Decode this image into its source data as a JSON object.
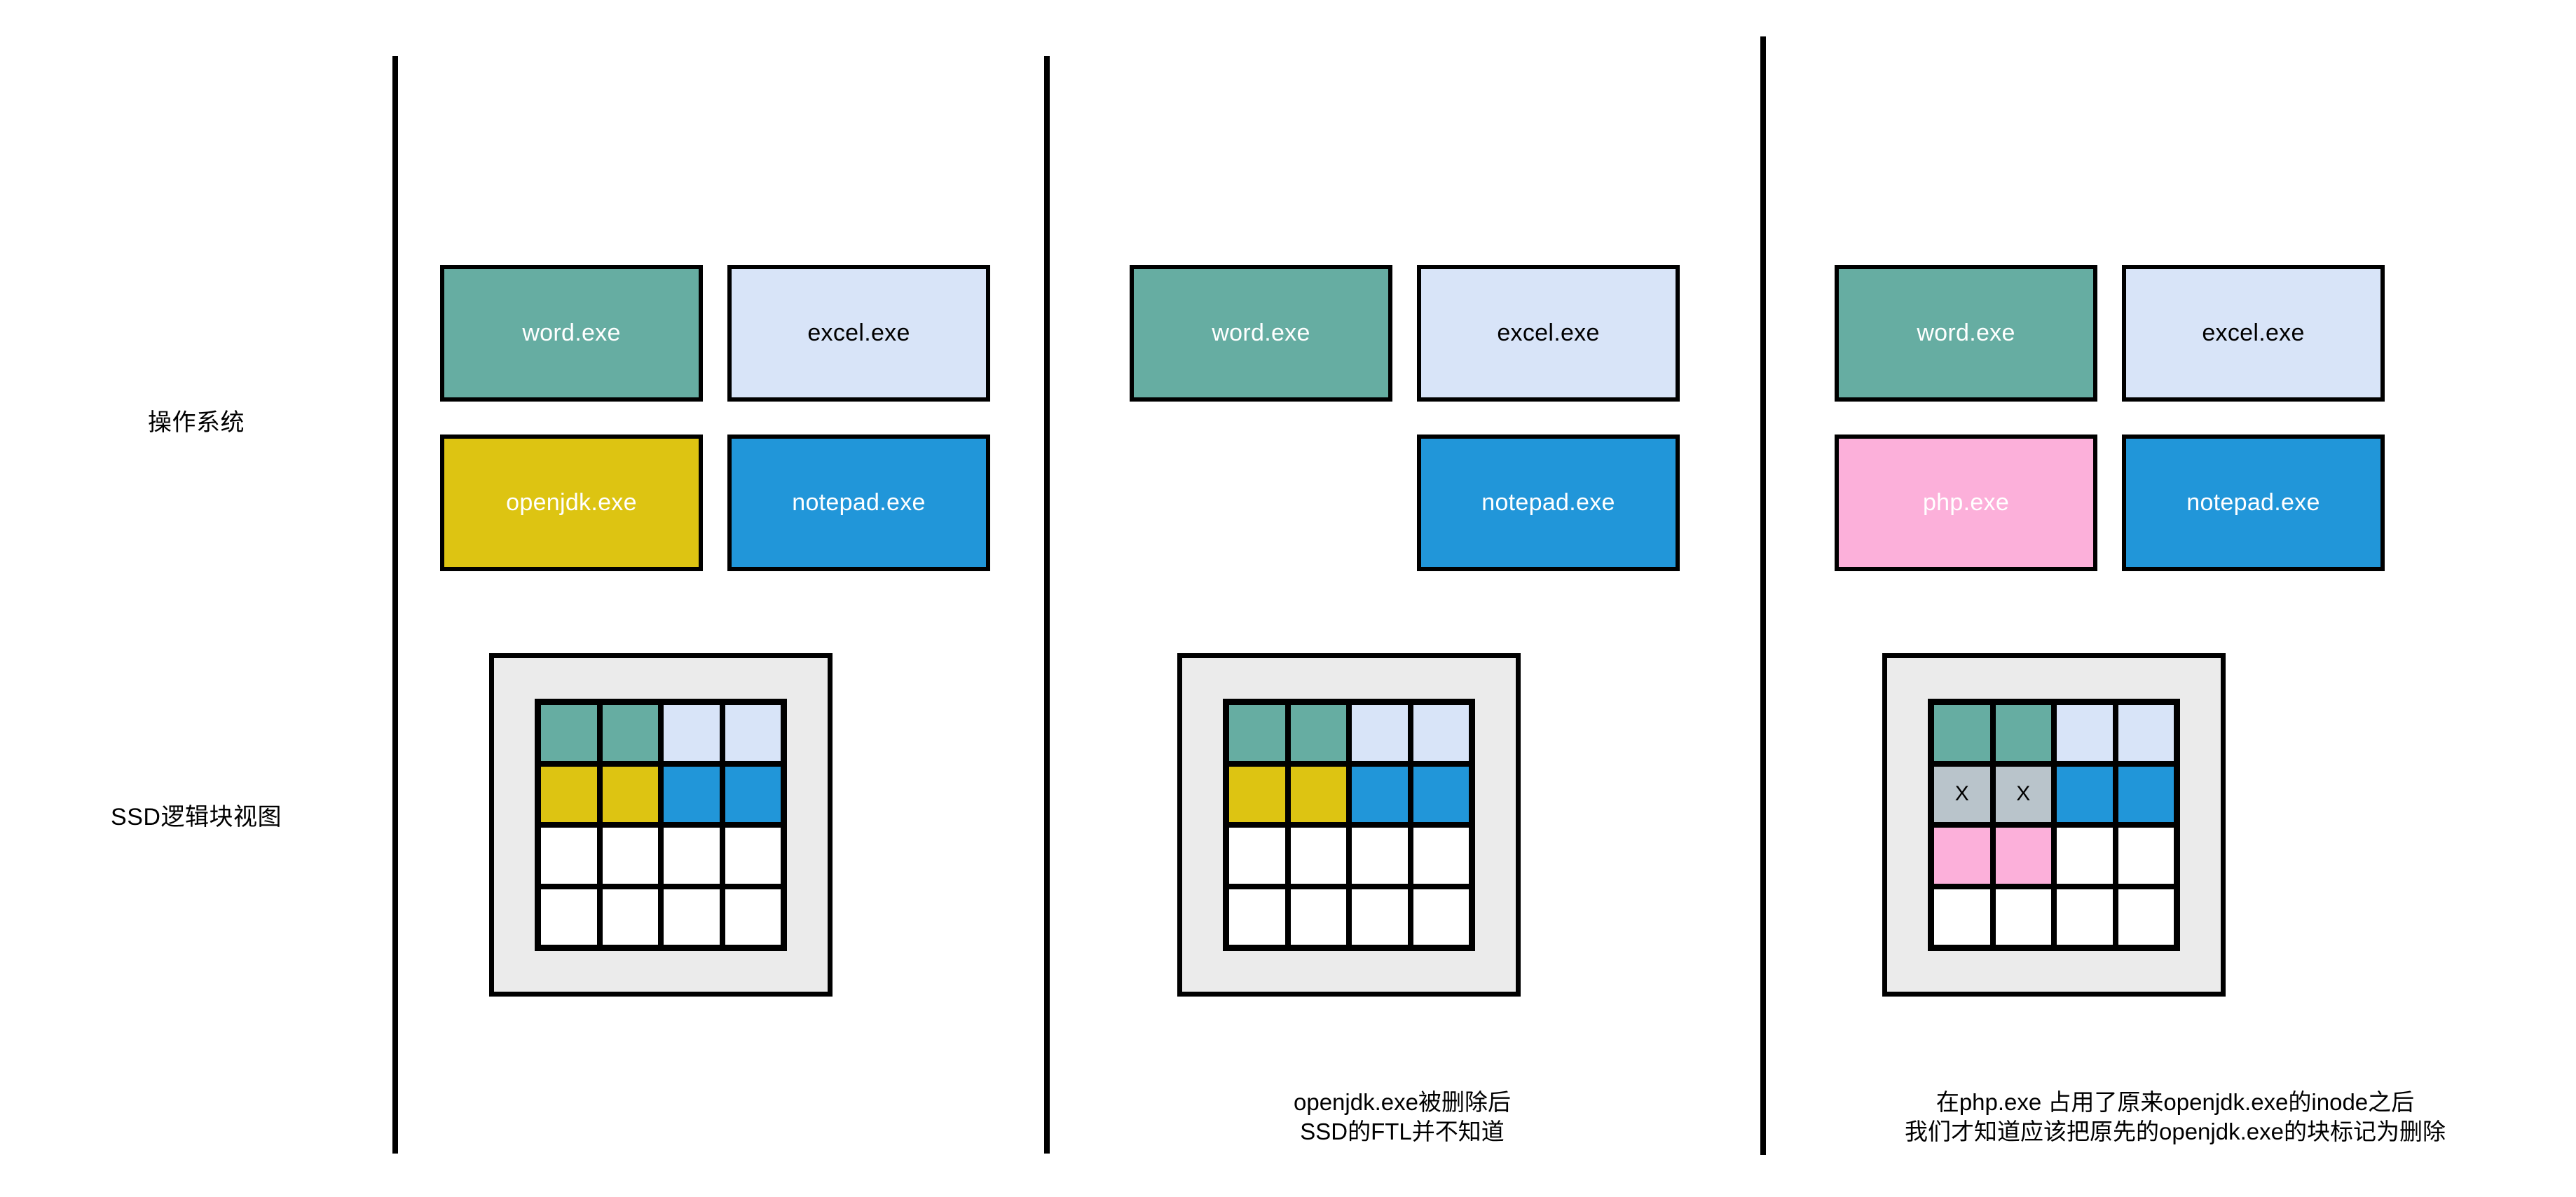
{
  "colors": {
    "word_green": "#66ada2",
    "excel_lightblue": "#d8e4f8",
    "openjdk_yellow": "#ddc412",
    "notepad_blue": "#2196d9",
    "php_pink": "#fcb0da",
    "deleted_gray": "#b9c4cb",
    "empty_white": "#ffffff",
    "device_bg": "#ebebeb",
    "stroke": "#000000"
  },
  "row_labels": {
    "os": "操作系统",
    "ssd": "SSD逻辑块视图"
  },
  "panels": [
    {
      "id": "panel-1",
      "apps": [
        {
          "name": "word",
          "label": "word.exe",
          "fill": "#66ada2",
          "text_color": "#ffffff"
        },
        {
          "name": "excel",
          "label": "excel.exe",
          "fill": "#d8e4f8",
          "text_color": "#000000"
        },
        {
          "name": "openjdk",
          "label": "openjdk.exe",
          "fill": "#ddc412",
          "text_color": "#ffffff"
        },
        {
          "name": "notepad",
          "label": "notepad.exe",
          "fill": "#2196d9",
          "text_color": "#ffffff"
        }
      ],
      "ssd_blocks": [
        {
          "fill": "#66ada2",
          "mark": ""
        },
        {
          "fill": "#66ada2",
          "mark": ""
        },
        {
          "fill": "#d8e4f8",
          "mark": ""
        },
        {
          "fill": "#d8e4f8",
          "mark": ""
        },
        {
          "fill": "#ddc412",
          "mark": ""
        },
        {
          "fill": "#ddc412",
          "mark": ""
        },
        {
          "fill": "#2196d9",
          "mark": ""
        },
        {
          "fill": "#2196d9",
          "mark": ""
        },
        {
          "fill": "#ffffff",
          "mark": ""
        },
        {
          "fill": "#ffffff",
          "mark": ""
        },
        {
          "fill": "#ffffff",
          "mark": ""
        },
        {
          "fill": "#ffffff",
          "mark": ""
        },
        {
          "fill": "#ffffff",
          "mark": ""
        },
        {
          "fill": "#ffffff",
          "mark": ""
        },
        {
          "fill": "#ffffff",
          "mark": ""
        },
        {
          "fill": "#ffffff",
          "mark": ""
        }
      ],
      "caption": ""
    },
    {
      "id": "panel-2",
      "apps": [
        {
          "name": "word",
          "label": "word.exe",
          "fill": "#66ada2",
          "text_color": "#ffffff"
        },
        {
          "name": "excel",
          "label": "excel.exe",
          "fill": "#d8e4f8",
          "text_color": "#000000"
        },
        {
          "name": "notepad",
          "label": "notepad.exe",
          "fill": "#2196d9",
          "text_color": "#ffffff"
        }
      ],
      "ssd_blocks": [
        {
          "fill": "#66ada2",
          "mark": ""
        },
        {
          "fill": "#66ada2",
          "mark": ""
        },
        {
          "fill": "#d8e4f8",
          "mark": ""
        },
        {
          "fill": "#d8e4f8",
          "mark": ""
        },
        {
          "fill": "#ddc412",
          "mark": ""
        },
        {
          "fill": "#ddc412",
          "mark": ""
        },
        {
          "fill": "#2196d9",
          "mark": ""
        },
        {
          "fill": "#2196d9",
          "mark": ""
        },
        {
          "fill": "#ffffff",
          "mark": ""
        },
        {
          "fill": "#ffffff",
          "mark": ""
        },
        {
          "fill": "#ffffff",
          "mark": ""
        },
        {
          "fill": "#ffffff",
          "mark": ""
        },
        {
          "fill": "#ffffff",
          "mark": ""
        },
        {
          "fill": "#ffffff",
          "mark": ""
        },
        {
          "fill": "#ffffff",
          "mark": ""
        },
        {
          "fill": "#ffffff",
          "mark": ""
        }
      ],
      "caption": "openjdk.exe被删除后\nSSD的FTL并不知道"
    },
    {
      "id": "panel-3",
      "apps": [
        {
          "name": "word",
          "label": "word.exe",
          "fill": "#66ada2",
          "text_color": "#ffffff"
        },
        {
          "name": "excel",
          "label": "excel.exe",
          "fill": "#d8e4f8",
          "text_color": "#000000"
        },
        {
          "name": "php",
          "label": "php.exe",
          "fill": "#fcb0da",
          "text_color": "#ffffff"
        },
        {
          "name": "notepad",
          "label": "notepad.exe",
          "fill": "#2196d9",
          "text_color": "#ffffff"
        }
      ],
      "ssd_blocks": [
        {
          "fill": "#66ada2",
          "mark": ""
        },
        {
          "fill": "#66ada2",
          "mark": ""
        },
        {
          "fill": "#d8e4f8",
          "mark": ""
        },
        {
          "fill": "#d8e4f8",
          "mark": ""
        },
        {
          "fill": "#b9c4cb",
          "mark": "X"
        },
        {
          "fill": "#b9c4cb",
          "mark": "X"
        },
        {
          "fill": "#2196d9",
          "mark": ""
        },
        {
          "fill": "#2196d9",
          "mark": ""
        },
        {
          "fill": "#fcb0da",
          "mark": ""
        },
        {
          "fill": "#fcb0da",
          "mark": ""
        },
        {
          "fill": "#ffffff",
          "mark": ""
        },
        {
          "fill": "#ffffff",
          "mark": ""
        },
        {
          "fill": "#ffffff",
          "mark": ""
        },
        {
          "fill": "#ffffff",
          "mark": ""
        },
        {
          "fill": "#ffffff",
          "mark": ""
        },
        {
          "fill": "#ffffff",
          "mark": ""
        }
      ],
      "caption": "在php.exe 占用了原来openjdk.exe的inode之后\n我们才知道应该把原先的openjdk.exe的块标记为删除"
    }
  ]
}
